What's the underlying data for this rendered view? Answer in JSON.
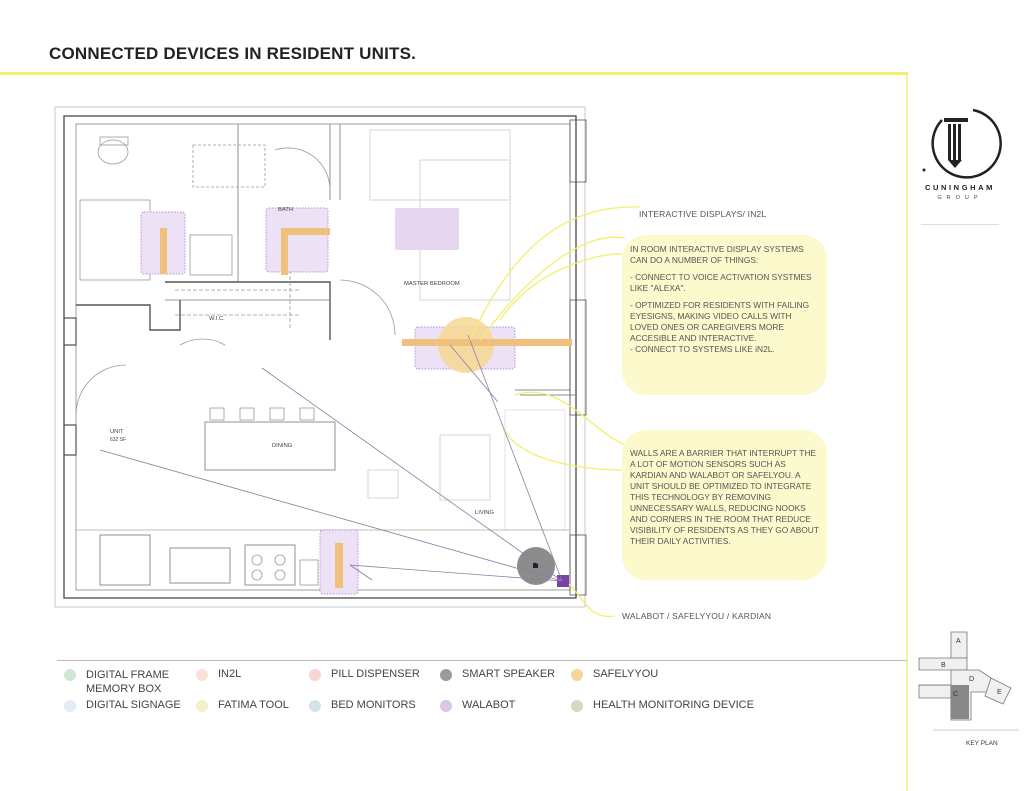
{
  "title": "CONNECTED DEVICES IN RESIDENT UNITS.",
  "brand": {
    "name": "CUNINGHAM",
    "sub": "GROUP"
  },
  "rooms": {
    "bath": "BATH",
    "master_bedroom": "MASTER BEDROOM",
    "wic": "W.I.C.",
    "unit": "UNIT",
    "unit_sf": "632 SF",
    "dining": "DINING",
    "living": "LIVING"
  },
  "labels": {
    "interactive": "INTERACTIVE DISPLAYS/ IN2L",
    "walabot": "WALABOT / SAFELYYOU / KARDIAN"
  },
  "callouts": {
    "in2l": [
      "IN ROOM INTERACTIVE DISPLAY SYSTEMS CAN DO A NUMBER OF THINGS:",
      "- CONNECT TO VOICE ACTIVATION SYSTMES LIKE \"ALEXA\".",
      "- OPTIMIZED FOR RESIDENTS WITH FAILING EYESIGNS, MAKING VIDEO CALLS WITH LOVED ONES OR CAREGIVERS MORE ACCESIBLE AND INTERACTIVE.\n- CONNECT TO SYSTEMS LIKE iN2L."
    ],
    "walls": "WALLS ARE  A BARRIER THAT INTERRUPT THE A LOT OF MOTION SENSORS SUCH AS KARDIAN AND WALABOT OR SAFELYOU. A UNIT SHOULD BE OPTIMIZED TO INTEGRATE THIS TECHNOLOGY BY REMOVING UNNECESSARY WALLS, REDUCING NOOKS AND CORNERS IN THE ROOM THAT REDUCE VISIBILITY OF RESIDENTS AS THEY GO ABOUT THEIR DAILY ACTIVITIES."
  },
  "legend": [
    {
      "label": "DIGITAL FRAME\n MEMORY BOX",
      "color": "#cfe8cf"
    },
    {
      "label": "IN2L",
      "color": "#fbe0d8"
    },
    {
      "label": "PILL DISPENSER",
      "color": "#f8d4d4"
    },
    {
      "label": "SMART SPEAKER",
      "color": "#9a9a9a"
    },
    {
      "label": "SAFELYYOU",
      "color": "#f5d59a"
    },
    {
      "label": "DIGITAL SIGNAGE",
      "color": "#e1ecf6"
    },
    {
      "label": "FATIMA TOOL",
      "color": "#f6f0c6"
    },
    {
      "label": "BED MONITORS",
      "color": "#d3e4e8"
    },
    {
      "label": "WALABOT",
      "color": "#d9c8e8"
    },
    {
      "label": "HEALTH MONITORING DEVICE",
      "color": "#cfdcc2"
    }
  ],
  "keyplan": {
    "label": "KEY PLAN",
    "a": "A",
    "b": "B",
    "c": "C",
    "d": "D",
    "e": "E"
  },
  "colors": {
    "accent_yellow": "#f2ef6e",
    "callout_bg": "#fcf9cd",
    "walabot": "#c9a7e6",
    "safelyyou": "#e9b46a",
    "speaker": "#8c8c8c"
  }
}
